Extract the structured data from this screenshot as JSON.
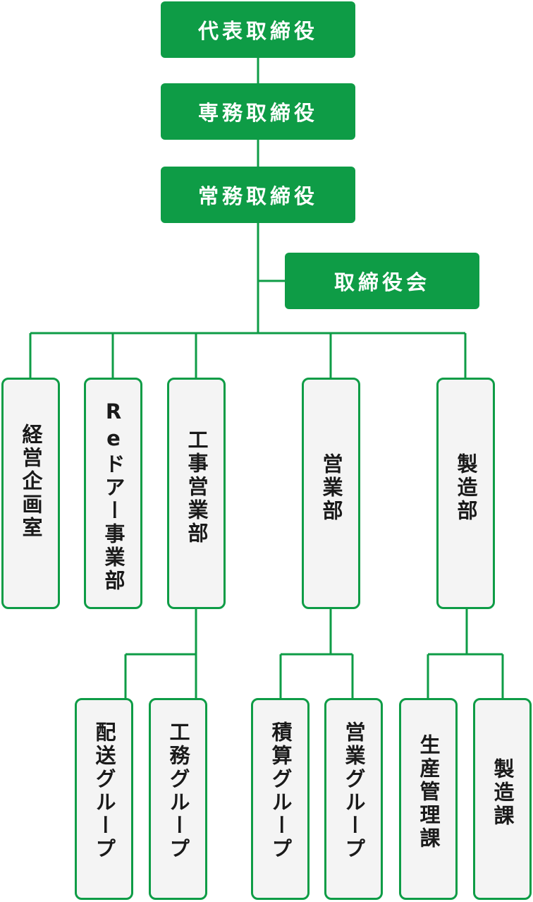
{
  "colors": {
    "accent": "#0e9c46",
    "box_fill": "#f4f4f4",
    "text": "#1a1a1a"
  },
  "executives": {
    "representative_director": "代表取締役",
    "senior_managing_director": "専務取締役",
    "managing_director": "常務取締役",
    "board_of_directors": "取締役会"
  },
  "departments": {
    "corporate_planning": "経営企画室",
    "redoor_business": "Reドアー事業部",
    "construction_sales": "工事営業部",
    "sales": "営業部",
    "manufacturing": "製造部"
  },
  "groups": {
    "delivery": "配送グループ",
    "construction_affairs": "工務グループ",
    "estimation": "積算グループ",
    "sales_group": "営業グループ",
    "production_management": "生産管理課",
    "manufacturing_section": "製造課"
  }
}
